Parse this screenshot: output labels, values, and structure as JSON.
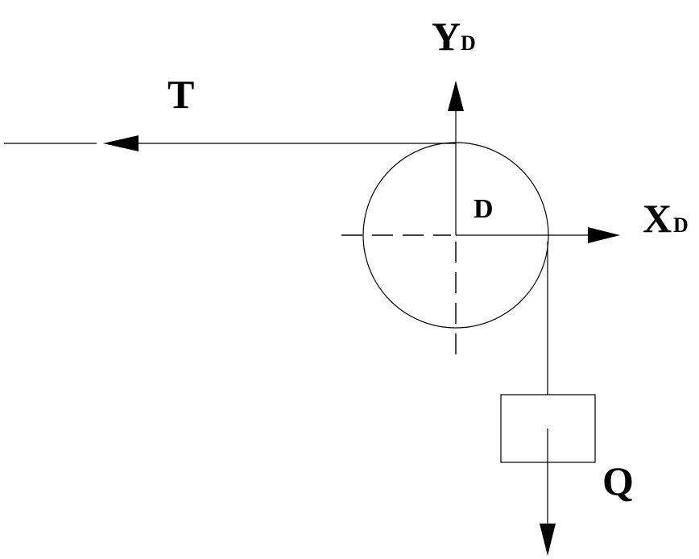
{
  "labels": {
    "tension": "T",
    "y_axis": "Y",
    "y_axis_sub": "D",
    "x_axis": "X",
    "x_axis_sub": "D",
    "pulley_center": "D",
    "weight": "Q"
  },
  "colors": {
    "stroke": "#000000",
    "background": "#ffffff"
  }
}
